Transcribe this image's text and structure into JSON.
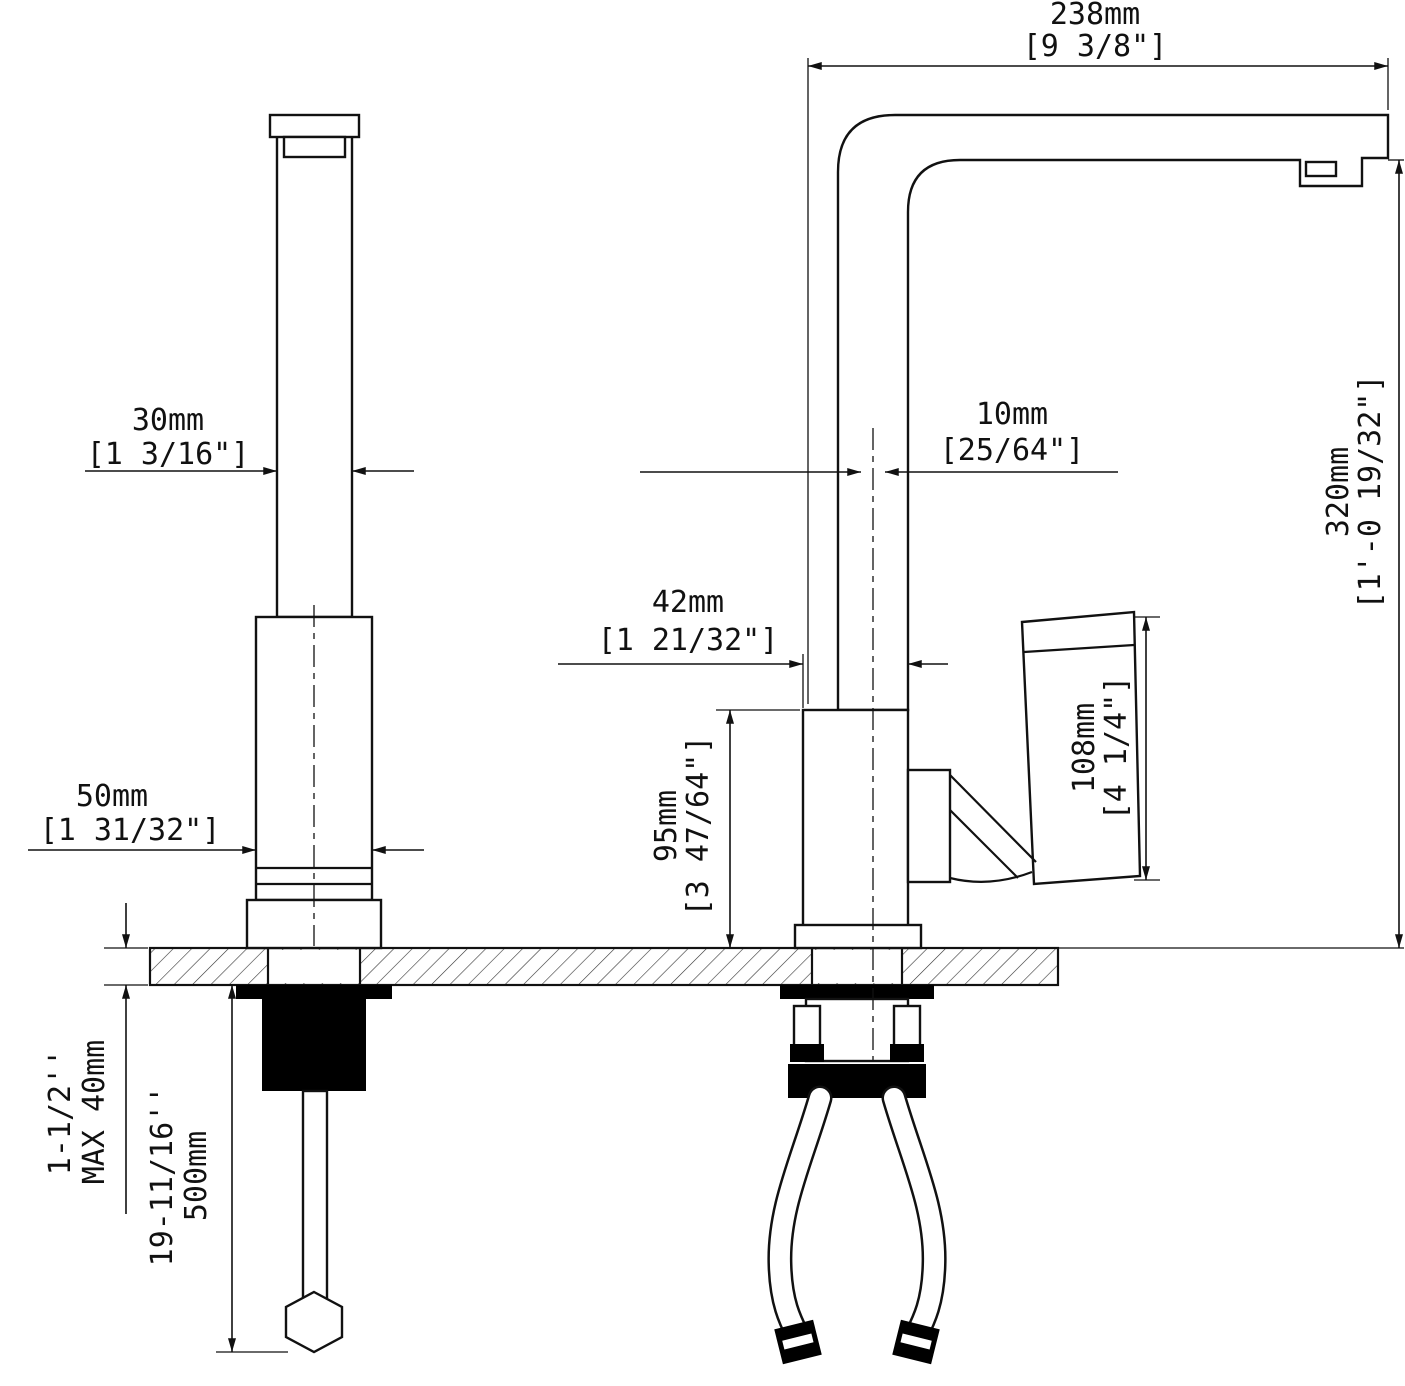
{
  "drawing": {
    "colors": {
      "line": "#111111",
      "hardware": "#000000",
      "background": "#ffffff"
    }
  },
  "dims": {
    "spout_width": {
      "metric": "30mm",
      "imperial": "[1 3/16\"]"
    },
    "body_width": {
      "metric": "50mm",
      "imperial": "[1 31/32\"]"
    },
    "counter_thickness": {
      "imperial": "1-1/2''",
      "metric": "MAX 40mm"
    },
    "under_counter_length": {
      "imperial": "19-11/16''",
      "metric": "500mm"
    },
    "spout_reach": {
      "metric": "238mm",
      "imperial": "[9 3/8\"]"
    },
    "spout_offset": {
      "metric": "10mm",
      "imperial": "[25/64\"]"
    },
    "body_depth": {
      "metric": "42mm",
      "imperial": "[1 21/32\"]"
    },
    "body_height": {
      "metric": "95mm",
      "imperial": "[3 47/64\"]"
    },
    "handle_height": {
      "metric": "108mm",
      "imperial": "[4 1/4\"]"
    },
    "spout_height": {
      "metric": "320mm",
      "imperial": "[1'-0 19/32\"]"
    }
  }
}
